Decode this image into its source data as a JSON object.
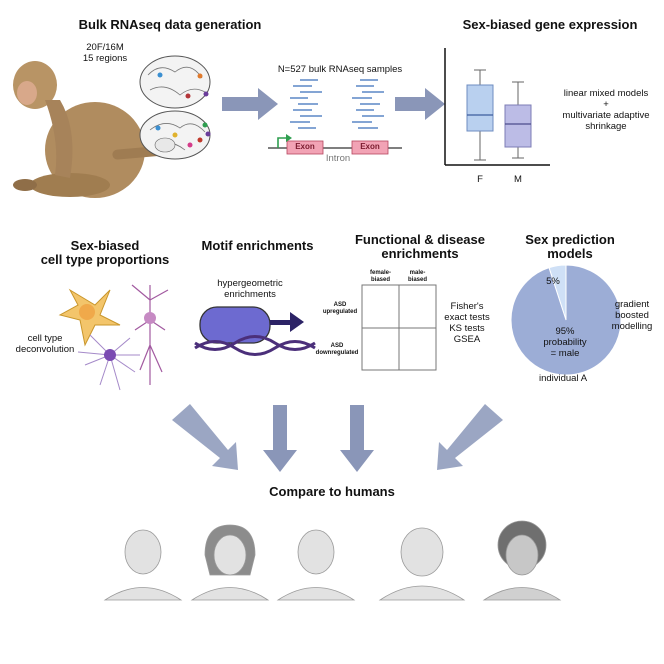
{
  "sections": {
    "bulk": {
      "title": "Bulk RNAseq data generation",
      "cohort_line1": "20F/16M",
      "cohort_line2": "15 regions",
      "samples": "N=527 bulk RNAseq samples",
      "exon1": "Exon",
      "exon2": "Exon",
      "intron": "Intron"
    },
    "sex_biased": {
      "title": "Sex-biased gene expression",
      "method_line1": "linear mixed models",
      "method_line2": "+",
      "method_line3": "multivariate adaptive",
      "method_line4": "shrinkage",
      "label_f": "F",
      "label_m": "M"
    },
    "cell_type": {
      "title_line1": "Sex-biased",
      "title_line2": "cell type proportions",
      "method_line1": "cell type",
      "method_line2": "deconvolution"
    },
    "motif": {
      "title": "Motif enrichments",
      "method_line1": "hypergeometric",
      "method_line2": "enrichments"
    },
    "functional": {
      "title_line1": "Functional & disease",
      "title_line2": "enrichments",
      "col1_line1": "female-",
      "col1_line2": "biased",
      "col2_line1": "male-",
      "col2_line2": "biased",
      "row1_line1": "ASD",
      "row1_line2": "upregulated",
      "row2_line1": "ASD",
      "row2_line2": "downregulated",
      "tests_line1": "Fisher's",
      "tests_line2": "exact tests",
      "tests_line3": "KS tests",
      "tests_line4": "GSEA"
    },
    "prediction": {
      "title_line1": "Sex prediction",
      "title_line2": "models",
      "small_slice_label": "5%",
      "big_line1": "95%",
      "big_line2": "probability",
      "big_line3": "= male",
      "method_line1": "gradient",
      "method_line2": "boosted",
      "method_line3": "modelling",
      "caption": "individual A"
    },
    "compare": {
      "title": "Compare to humans"
    }
  },
  "chart_data": [
    {
      "type": "box",
      "categories": [
        "F",
        "M"
      ]
    },
    {
      "type": "pie",
      "slices": [
        {
          "label": "95%",
          "value": 95
        },
        {
          "label": "5%",
          "value": 5
        }
      ]
    }
  ],
  "colors": {
    "arrow": "#8a96b8",
    "exon": "#f2a3b5",
    "read_lines": "#5b87c6",
    "box_f": "#b9d0ef",
    "box_m": "#bcbce6",
    "pie_main": "#9cadd6",
    "pie_small": "#cfe0f6",
    "tf_protein": "#6d6ad0",
    "dna": "#4b2f7a"
  }
}
